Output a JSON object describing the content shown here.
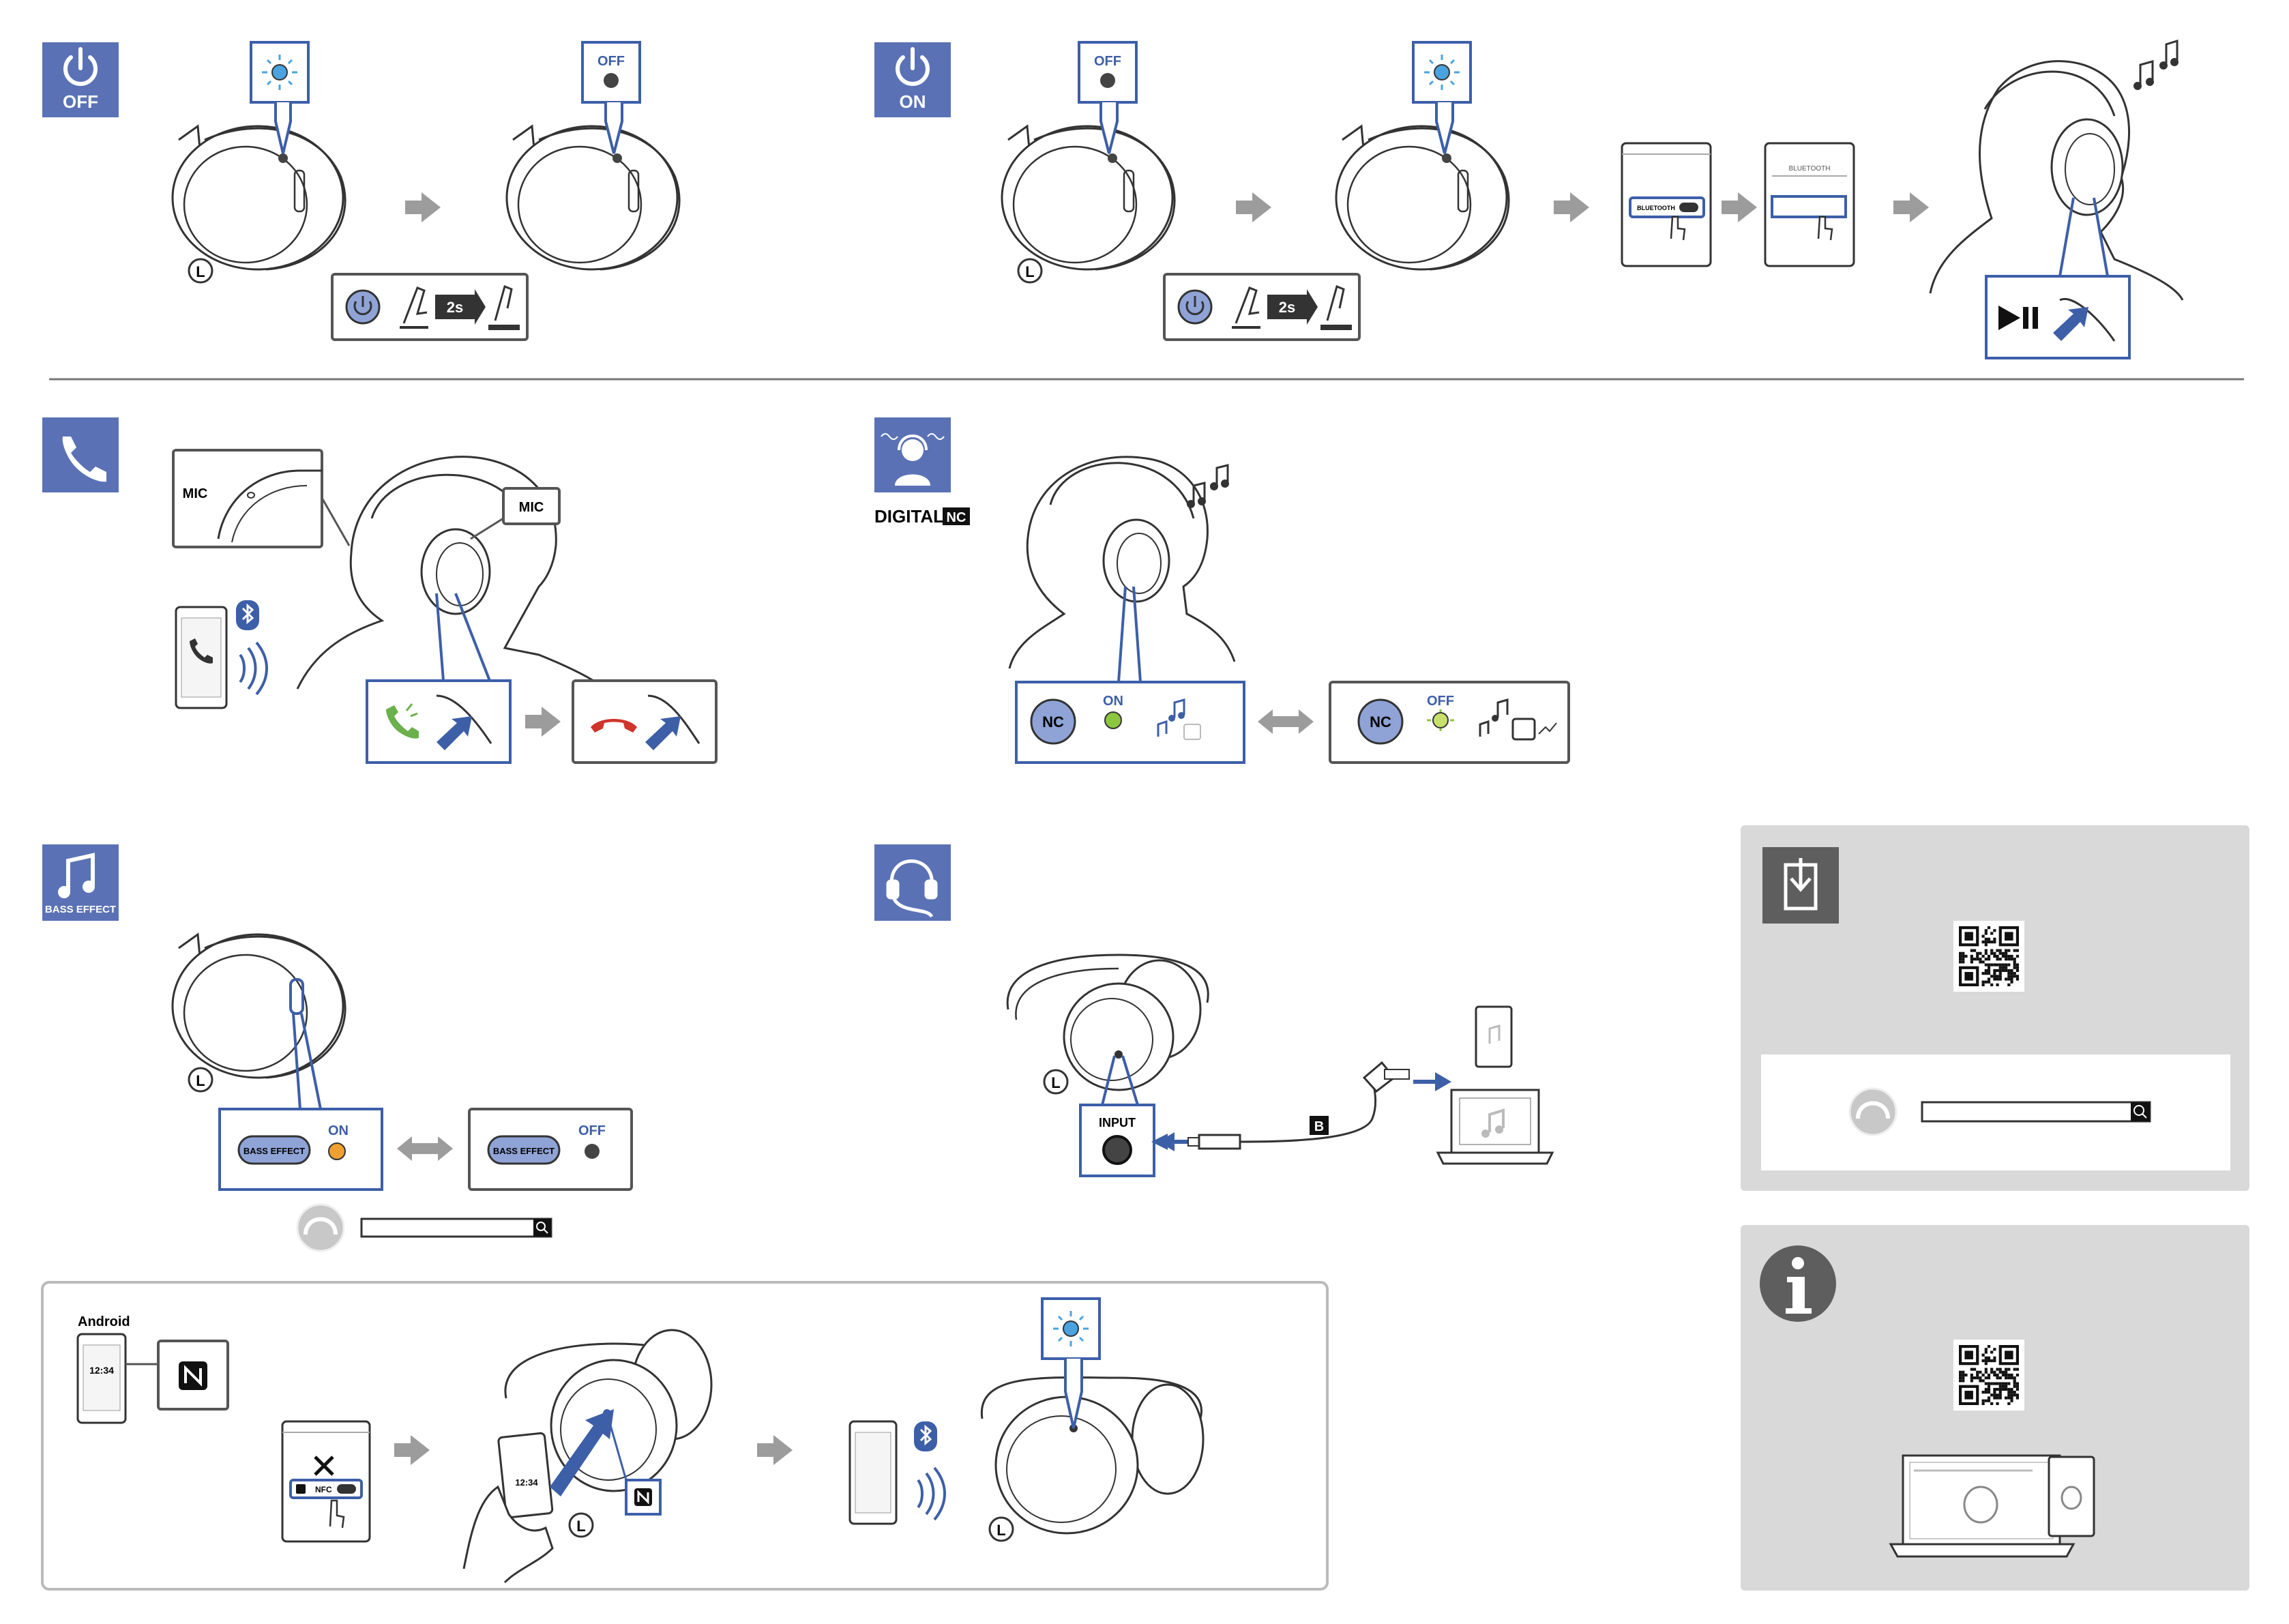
{
  "colors": {
    "accent_blue": "#5b73b8",
    "badge_blue": "#5a72b5",
    "callout_border": "#3d5fa8",
    "arrow_gray": "#9c9c9c",
    "line_gray": "#3a3a3a",
    "panel_gray": "#d9d9d9",
    "led_blue": "#4aa3e0",
    "led_green": "#8cc63f",
    "led_orange": "#f0a030",
    "call_green": "#6ab04c",
    "end_red": "#d0342c"
  },
  "power_off": {
    "badge_text": "OFF",
    "led_label": "OFF",
    "side_letter": "L",
    "hold_time": "2s",
    "icon": "power-icon"
  },
  "power_on": {
    "badge_text": "ON",
    "led_label": "OFF",
    "side_letter": "L",
    "hold_time": "2s",
    "screen_bluetooth": "BLUETOOTH",
    "toggle_label": "BLUETOOTH",
    "icon": "power-icon"
  },
  "call": {
    "mic_label_1": "MIC",
    "mic_label_2": "MIC",
    "icon": "phone-icon"
  },
  "nc": {
    "logo_text": "DIGITAL",
    "logo_suffix": "NC",
    "button_text": "NC",
    "on_label": "ON",
    "off_label": "OFF",
    "icon": "noise-cancel-icon"
  },
  "bass": {
    "badge_text": "BASS EFFECT",
    "button_text": "BASS EFFECT",
    "on_label": "ON",
    "off_label": "OFF",
    "side_letter": "L",
    "icon": "music-note-icon"
  },
  "wired": {
    "input_label": "INPUT",
    "cable_label": "B",
    "side_letter": "L",
    "icon": "headphone-cable-icon"
  },
  "nfc": {
    "os_label": "Android",
    "phone_time_1": "12:34",
    "phone_time_2": "12:34",
    "nfc_setting": "NFC",
    "side_letter_1": "L",
    "side_letter_2": "L",
    "icon": "nfc-icon"
  },
  "side_panels": {
    "top_icon": "download-icon",
    "bottom_icon": "info-icon"
  }
}
